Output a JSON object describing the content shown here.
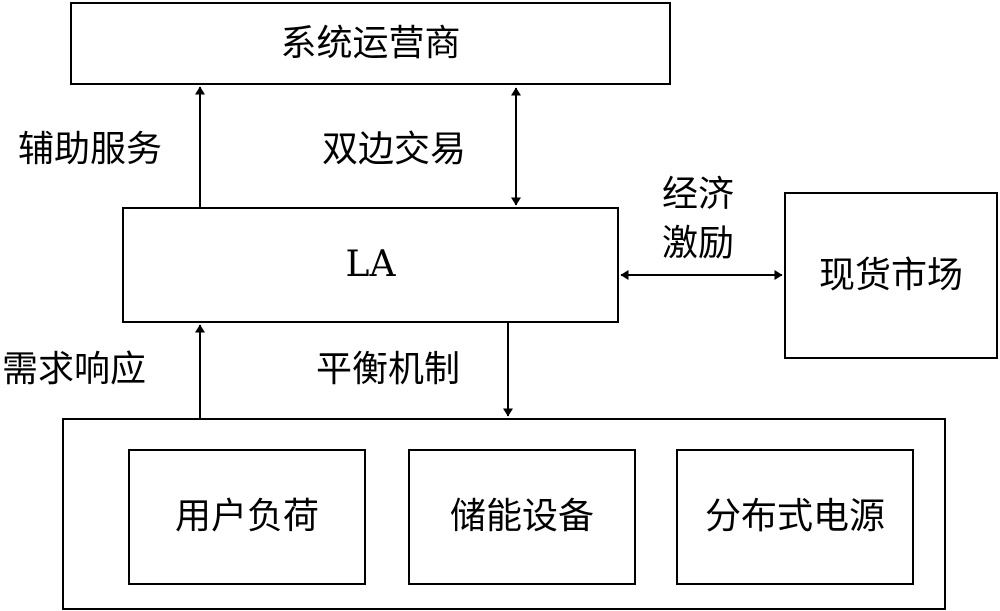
{
  "diagram": {
    "system_operator": "系统运营商",
    "la": "LA",
    "spot_market": "现货市场",
    "user_load": "用户负荷",
    "storage": "储能设备",
    "distributed_power": "分布式电源",
    "edge_ancillary": "辅助服务",
    "edge_bilateral": "双边交易",
    "edge_economic_line1": "经济",
    "edge_economic_line2": "激励",
    "edge_demand_response": "需求响应",
    "edge_balancing": "平衡机制"
  }
}
